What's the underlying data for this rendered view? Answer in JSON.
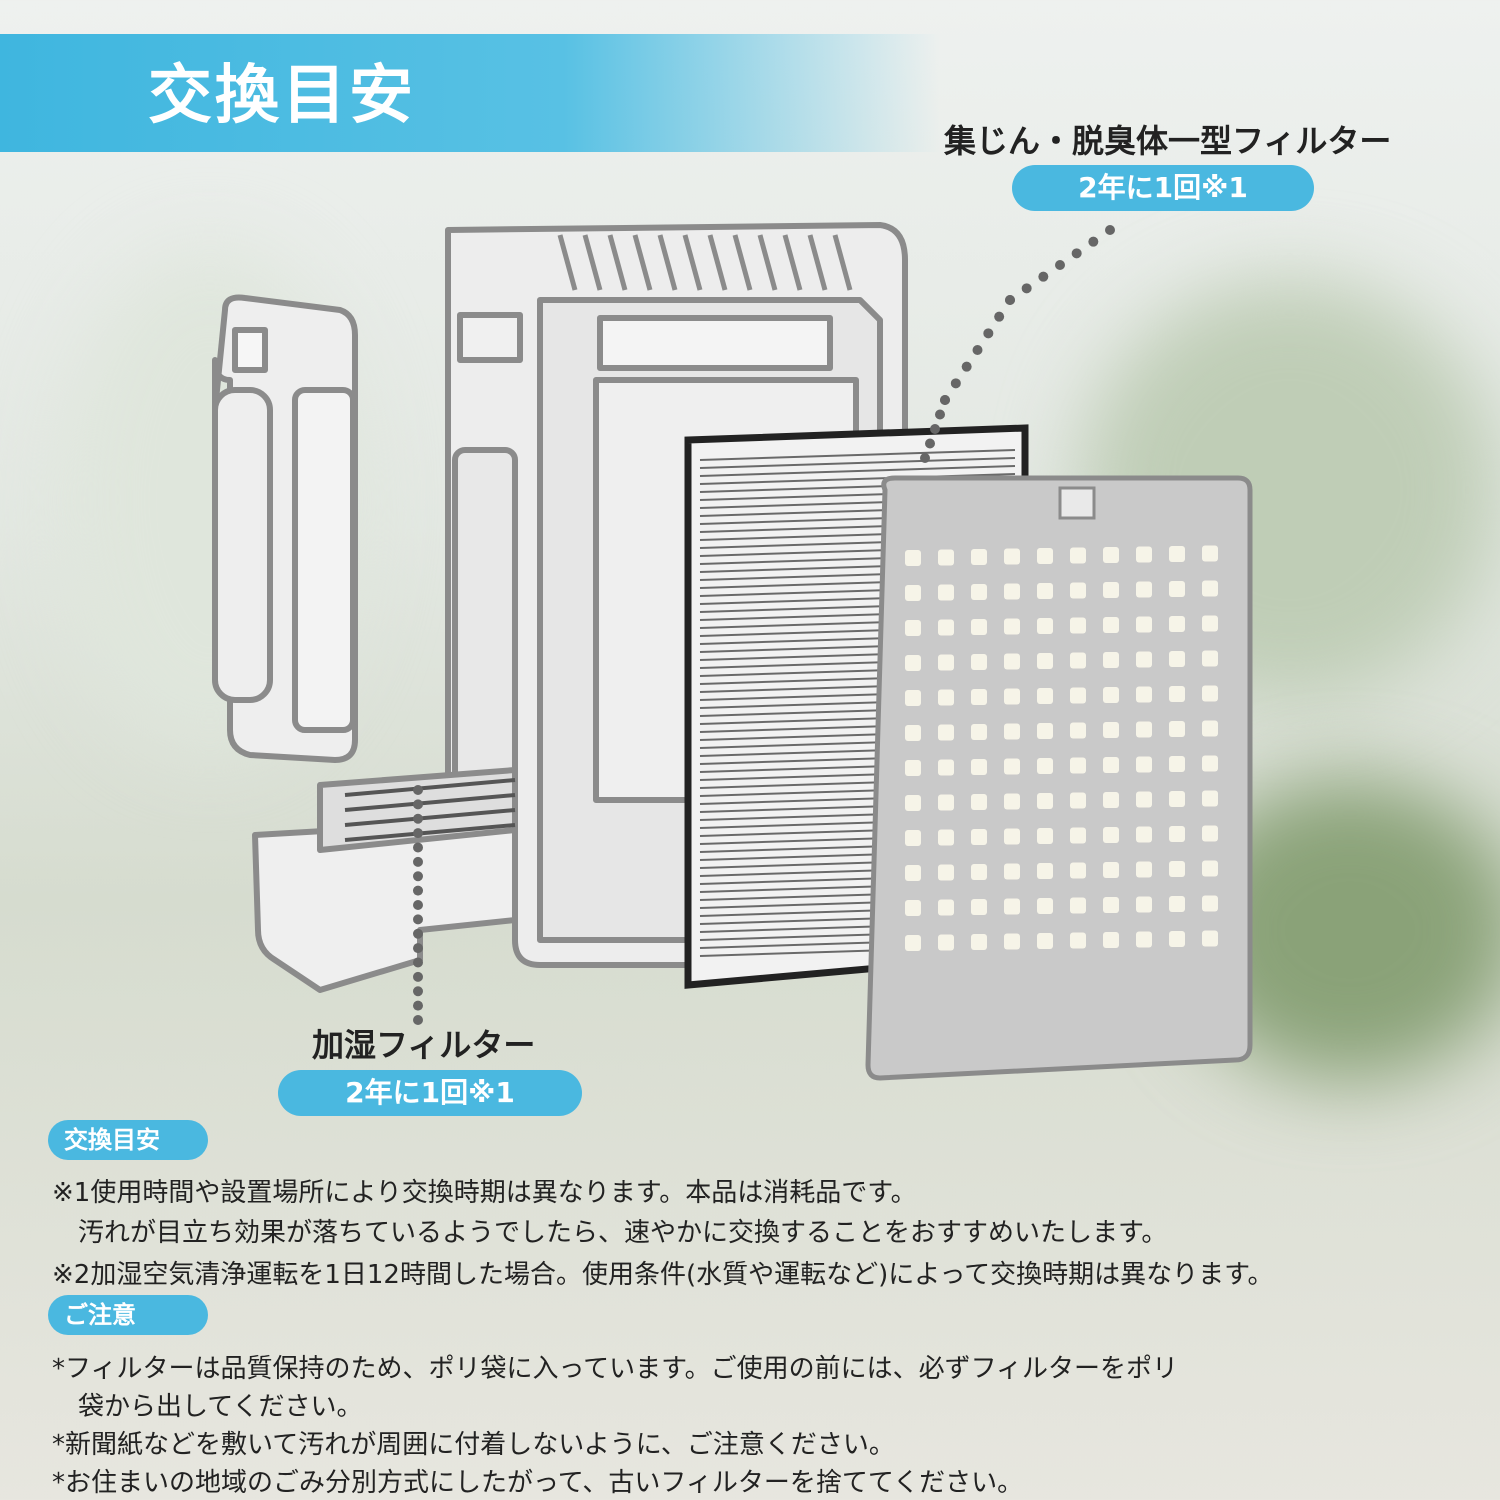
{
  "header": {
    "title": "交換目安"
  },
  "labels": {
    "main_filter_name": "集じん・脱臭体一型フィルター",
    "main_filter_interval": "2年に1回※1",
    "humid_filter_name": "加湿フィルター",
    "humid_filter_interval": "2年に1回※1"
  },
  "sections": {
    "guide_title": "交換目安",
    "guide_lines": [
      "※1使用時間や設置場所により交換時期は異なります。本品は消耗品です。",
      "　汚れが目立ち効果が落ちているようでしたら、速やかに交換することをおすすめいたします。",
      "※2加湿空気清浄運転を1日12時間した場合。使用条件(水質や運転など)によって交換時期は異なります。"
    ],
    "caution_title": "ご注意",
    "caution_lines": [
      "*フィルターは品質保持のため、ポリ袋に入っています。ご使用の前には、必ずフィルターをポリ",
      "　袋から出してください。",
      "*新聞紙などを敷いて汚れが周囲に付着しないように、ご注意ください。",
      "*お住まいの地域のごみ分別方式にしたがって、古いフィルターを捨ててください。"
    ]
  },
  "colors": {
    "accent": "#4ab8e0",
    "text": "#222222"
  }
}
